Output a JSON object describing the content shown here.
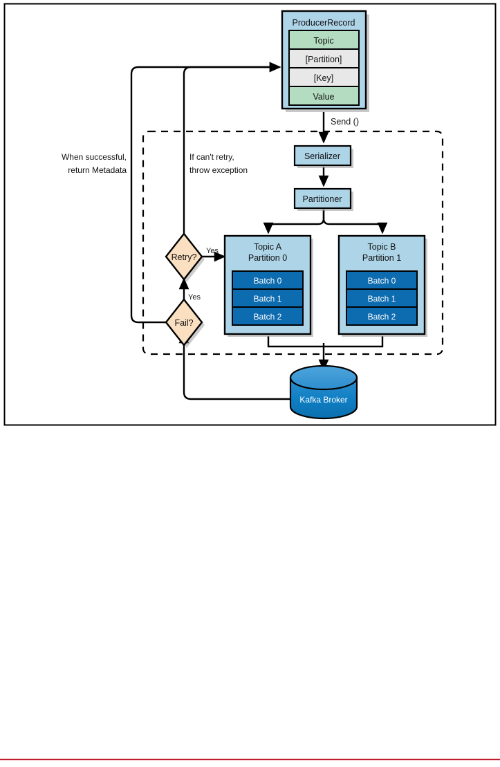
{
  "figure": {
    "frame_color": "#000000",
    "background": "#ffffff",
    "bottom_rule_color": "#C0202E"
  },
  "palette": {
    "box_blue_fill": "#AED4E8",
    "box_blue_stroke": "#000000",
    "green_fill": "#B4DCC0",
    "grey_fill": "#E8E8E8",
    "batch_blue_fill": "#0D6BAF",
    "diamond_fill": "#FADFC0",
    "cylinder_top": "#3E9BD7",
    "cylinder_body": "#0D7FC4",
    "line_color": "#000000",
    "shadow_color": "#999999"
  },
  "producer_record": {
    "title": "ProducerRecord",
    "fields": [
      {
        "label": "Topic",
        "style": "green"
      },
      {
        "label": "[Partition]",
        "style": "grey"
      },
      {
        "label": "[Key]",
        "style": "grey"
      },
      {
        "label": "Value",
        "style": "green"
      }
    ]
  },
  "flow": {
    "send_label": "Send ()",
    "serializer_label": "Serializer",
    "partitioner_label": "Partitioner"
  },
  "topics": [
    {
      "name": "topic-a",
      "title_line1": "Topic A",
      "title_line2": "Partition 0",
      "batches": [
        "Batch 0",
        "Batch 1",
        "Batch 2"
      ]
    },
    {
      "name": "topic-b",
      "title_line1": "Topic B",
      "title_line2": "Partition 1",
      "batches": [
        "Batch 0",
        "Batch 1",
        "Batch 2"
      ]
    }
  ],
  "decisions": {
    "retry_label": "Retry?",
    "fail_label": "Fail?",
    "retry_yes_label": "Yes",
    "fail_yes_label": "Yes"
  },
  "broker": {
    "label": "Kafka Broker"
  },
  "annotations": {
    "success_line1": "When successful,",
    "success_line2": "return Metadata",
    "failure_line1": "If can't retry,",
    "failure_line2": "throw exception"
  }
}
